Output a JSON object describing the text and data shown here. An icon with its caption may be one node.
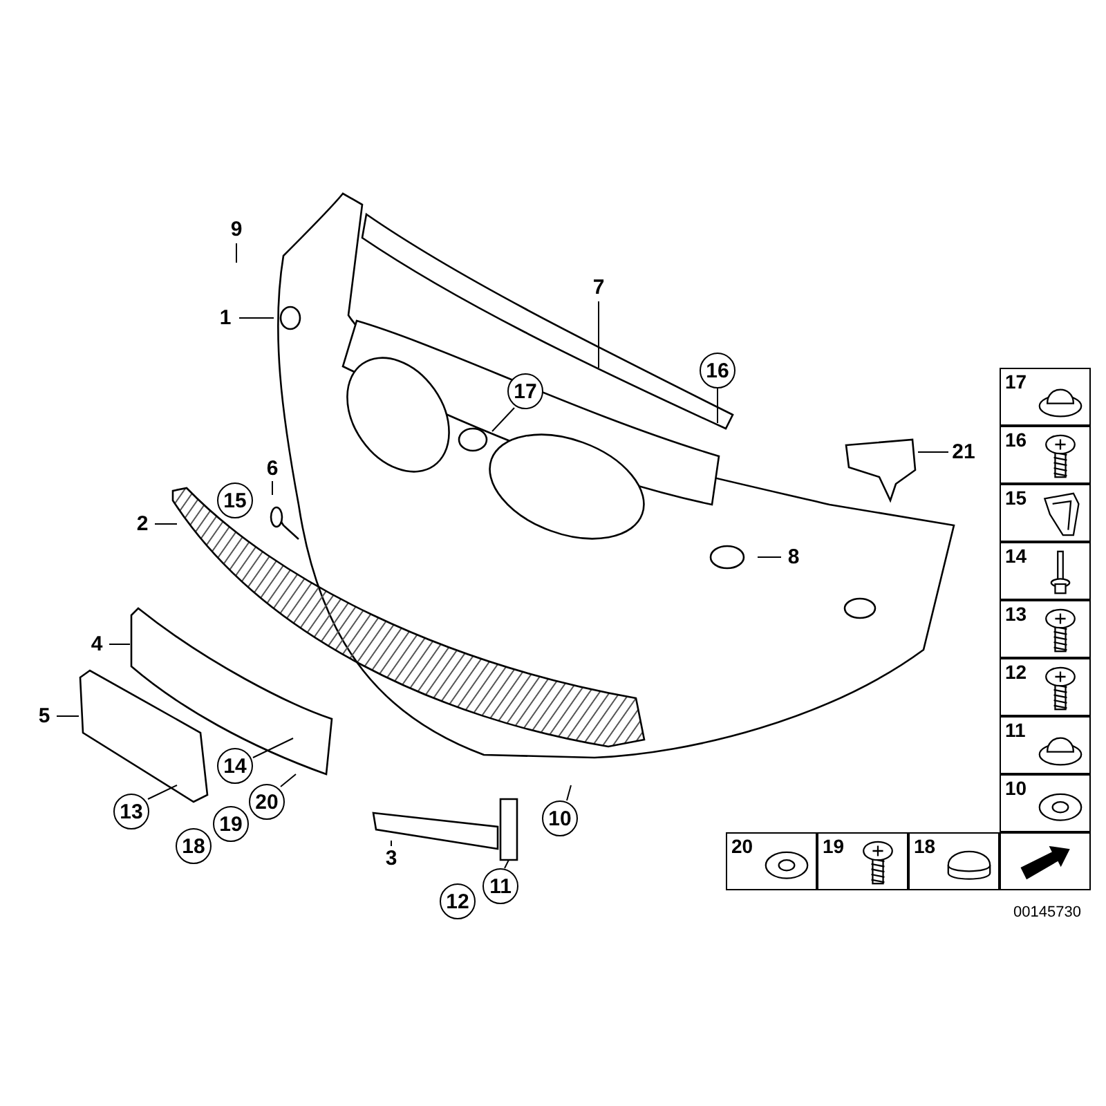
{
  "diagram": {
    "nodes": [
      {
        "text": [
          "9"
        ]
      },
      {
        "text": [
          "7"
        ]
      },
      {
        "text": [
          "1"
        ]
      },
      {
        "text": [
          "17"
        ]
      },
      {
        "text": [
          "16"
        ]
      },
      {
        "text": [
          "21"
        ]
      },
      {
        "text": [
          "6"
        ]
      },
      {
        "text": [
          "15"
        ]
      },
      {
        "text": [
          "2"
        ]
      },
      {
        "text": [
          "8"
        ]
      },
      {
        "text": [
          "4"
        ]
      },
      {
        "text": [
          "5"
        ]
      },
      {
        "text": [
          "14"
        ]
      },
      {
        "text": [
          "20"
        ]
      },
      {
        "text": [
          "13"
        ]
      },
      {
        "text": [
          "19"
        ]
      },
      {
        "text": [
          "18"
        ]
      },
      {
        "text": [
          "10"
        ]
      },
      {
        "text": [
          "3"
        ]
      },
      {
        "text": [
          "11"
        ]
      },
      {
        "text": [
          "12"
        ]
      }
    ],
    "edges": [
      {
        "from": 0,
        "to": null,
        "arrow": "none"
      },
      {
        "from": 1,
        "to": null,
        "arrow": "none"
      },
      {
        "from": 2,
        "to": null,
        "arrow": "none"
      },
      {
        "from": 3,
        "to": null,
        "arrow": "none"
      },
      {
        "from": 4,
        "to": null,
        "arrow": "none"
      },
      {
        "from": 5,
        "to": null,
        "arrow": "none"
      },
      {
        "from": 6,
        "to": null,
        "arrow": "none"
      },
      {
        "from": 8,
        "to": null,
        "arrow": "none"
      },
      {
        "from": 9,
        "to": null,
        "arrow": "none"
      },
      {
        "from": 10,
        "to": null,
        "arrow": "none"
      },
      {
        "from": 11,
        "to": null,
        "arrow": "none"
      },
      {
        "from": 12,
        "to": null,
        "arrow": "none"
      },
      {
        "from": 13,
        "to": null,
        "arrow": "none"
      },
      {
        "from": 14,
        "to": null,
        "arrow": "none"
      },
      {
        "from": 17,
        "to": null,
        "arrow": "none"
      },
      {
        "from": 18,
        "to": null,
        "arrow": "none"
      },
      {
        "from": 19,
        "to": null,
        "arrow": "none"
      }
    ],
    "labels": [
      "17",
      "16",
      "15",
      "14",
      "13",
      "12",
      "11",
      "10",
      "20",
      "19",
      "18",
      "00145730"
    ]
  }
}
